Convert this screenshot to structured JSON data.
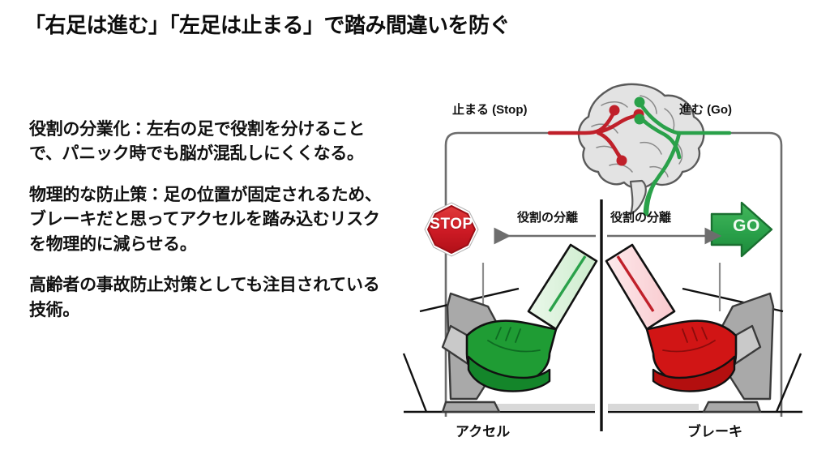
{
  "page": {
    "title": "「右足は進む」「左足は止まる」で踏み間違いを防ぐ",
    "background_color": "#ffffff"
  },
  "body_text": {
    "paragraphs": [
      "役割の分業化：左右の足で役割を分けることで、パニック時でも脳が混乱しにくくなる。",
      "物理的な防止策：足の位置が固定されるため、ブレーキだと思ってアクセルを踏み込むリスクを物理的に減らせる。",
      "高齢者の事故防止対策としても注目されている技術。"
    ]
  },
  "diagram": {
    "brain_labels": {
      "stop": "止まる (Stop)",
      "go": "進む (Go)"
    },
    "signs": {
      "stop_sign_text": "STOP",
      "go_sign_text": "GO"
    },
    "separation_labels": {
      "left": "役割の分離",
      "right": "役割の分離"
    },
    "pedal_labels": {
      "left": "アクセル",
      "right": "ブレーキ"
    },
    "colors": {
      "stop_red": "#cc1a24",
      "go_green": "#2aa14a",
      "brain_fill": "#e3e3e3",
      "brain_outline": "#5a5a5a",
      "nerve_red": "#c0202a",
      "nerve_green": "#2aa14a",
      "shoe_green": "#1f9c34",
      "shoe_red": "#d11515",
      "trouser_green": "#d8f0d8",
      "trouser_red": "#fbd9dc",
      "pedal_gray": "#a9a9a9",
      "connector_gray": "#6d6d6d",
      "divider_black": "#111111"
    }
  }
}
